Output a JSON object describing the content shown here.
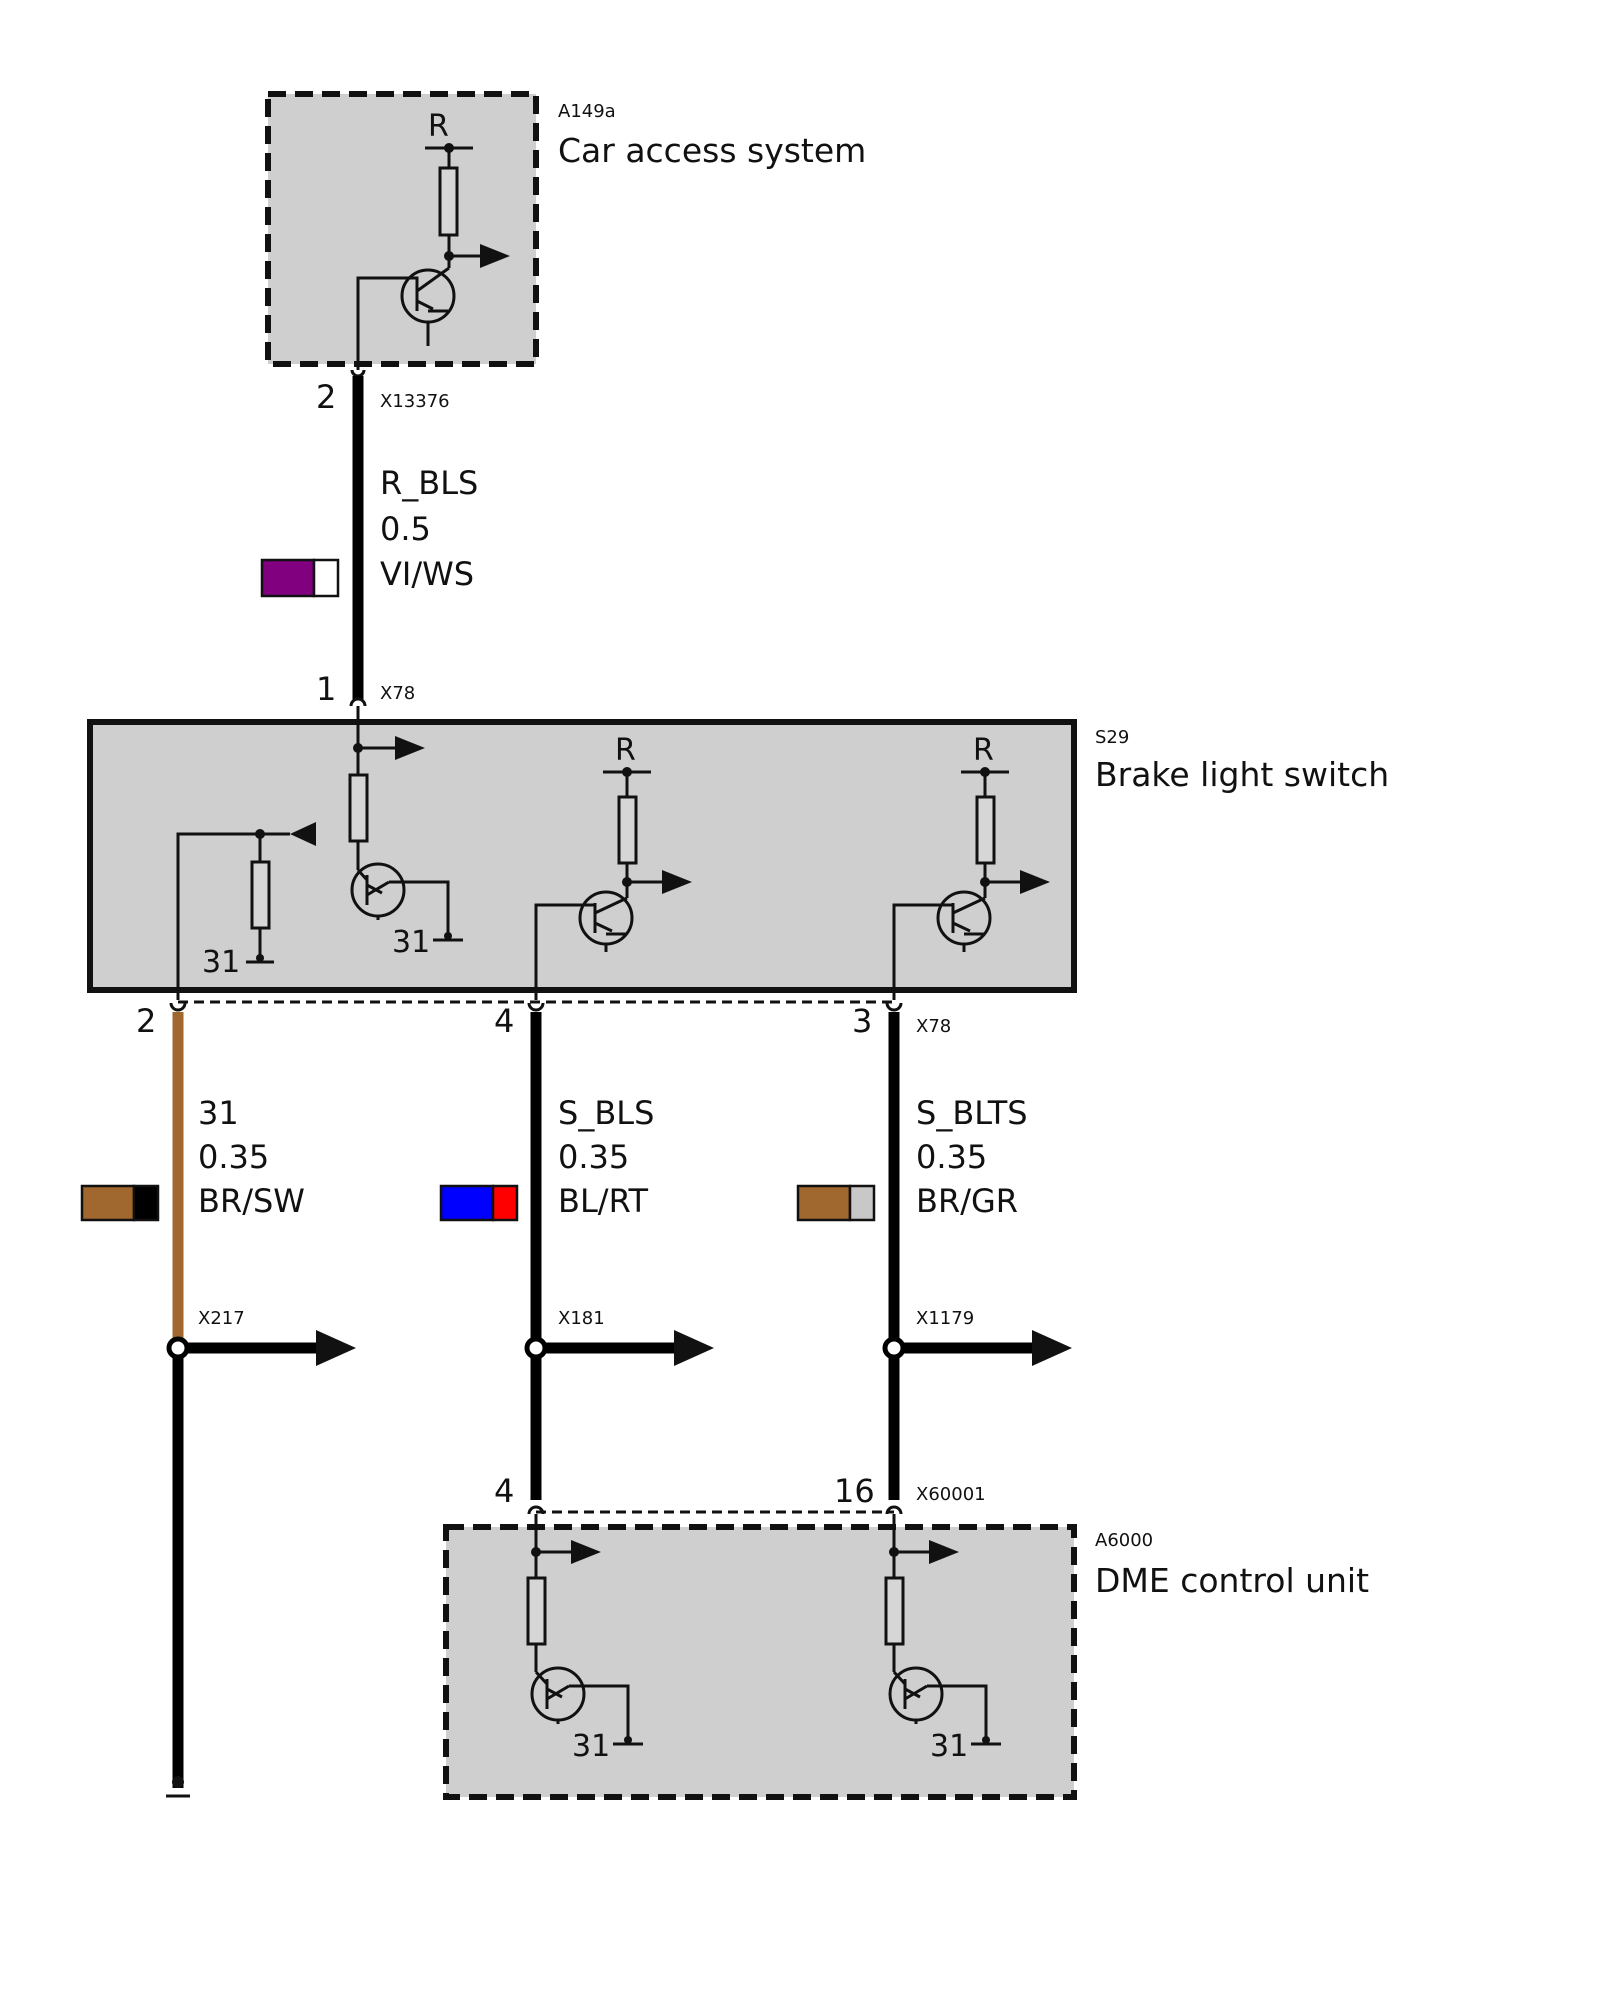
{
  "components": {
    "car_access": {
      "id": "A149a",
      "name": "Car access system",
      "supply": "R"
    },
    "brake_switch": {
      "id": "S29",
      "name": "Brake light switch",
      "supply_1": "R",
      "supply_2": "R",
      "ground_1": "31",
      "ground_2": "31"
    },
    "dme": {
      "id": "A6000",
      "name": "DME control unit",
      "ground_1": "31",
      "ground_2": "31"
    }
  },
  "connectors": {
    "x13376": {
      "name": "X13376",
      "pin": "2"
    },
    "x78_top": {
      "name": "X78",
      "pin": "1"
    },
    "x78_bottom": {
      "name": "X78",
      "pins": [
        "2",
        "4",
        "3"
      ]
    },
    "x60001": {
      "name": "X60001",
      "pins": [
        "4",
        "16"
      ]
    },
    "splices": [
      "X217",
      "X181",
      "X1179"
    ]
  },
  "wires": [
    {
      "signal": "R_BLS",
      "size": "0.5",
      "color_code": "VI/WS",
      "colors": [
        "#800080",
        "#ffffff"
      ]
    },
    {
      "signal": "31",
      "size": "0.35",
      "color_code": "BR/SW",
      "colors": [
        "#a0672e",
        "#000000"
      ]
    },
    {
      "signal": "S_BLS",
      "size": "0.35",
      "color_code": "BL/RT",
      "colors": [
        "#0000ff",
        "#ff0000"
      ]
    },
    {
      "signal": "S_BLTS",
      "size": "0.35",
      "color_code": "BR/GR",
      "colors": [
        "#a0672e",
        "#c8c8c8"
      ]
    }
  ],
  "colors": {
    "box_fill": "#cfcfcf",
    "wire_brown": "#a0672e",
    "wire_black": "#000000"
  }
}
